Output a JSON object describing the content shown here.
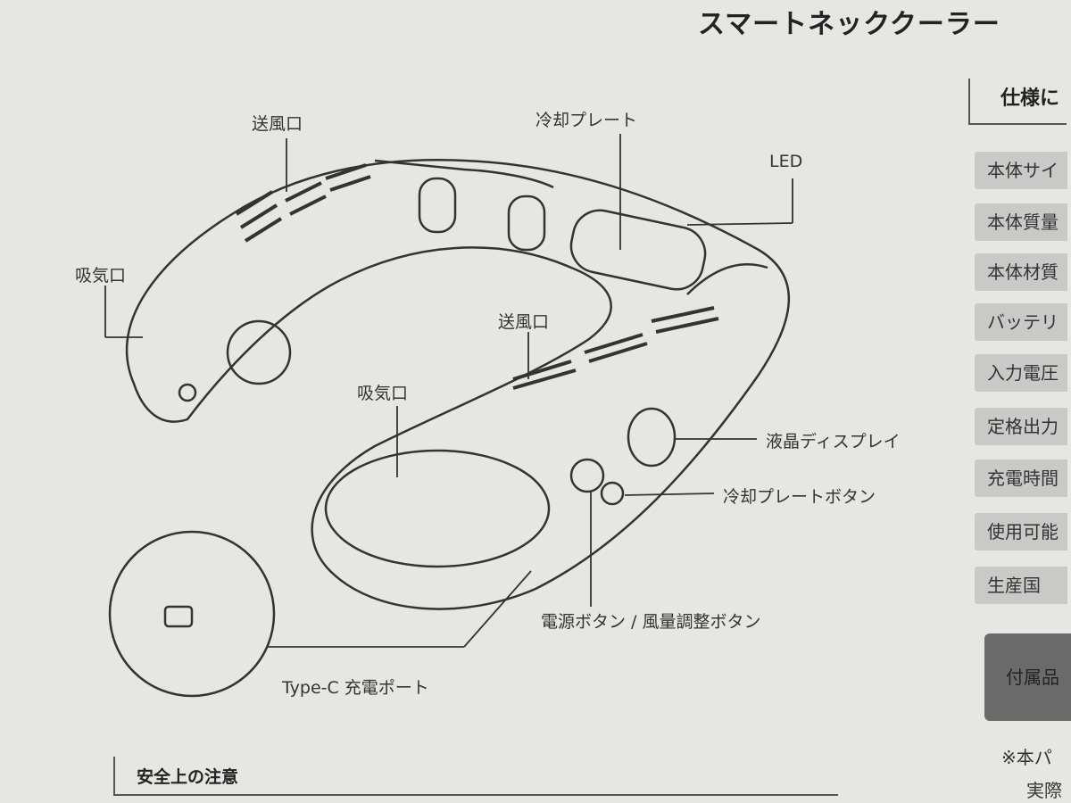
{
  "title": "スマートネッククーラー",
  "labels": {
    "outlet_top": "送風口",
    "intake_left": "吸気口",
    "cooling_plate": "冷却プレート",
    "led": "LED",
    "outlet_mid": "送風口",
    "intake_mid": "吸気口",
    "lcd": "液晶ディスプレイ",
    "cooling_button": "冷却プレートボタン",
    "power_button": "電源ボタン / 風量調整ボタン",
    "typec": "Type-C 充電ポート"
  },
  "specs": {
    "heading": "仕様に",
    "rows": [
      "本体サイ",
      "本体質量",
      "本体材質",
      "バッテリ",
      "入力電圧",
      "定格出力",
      "充電時間",
      "使用可能",
      "生産国"
    ],
    "accessories": "付属品",
    "note_lines": [
      "※本パ",
      "実際"
    ]
  },
  "safety": {
    "heading": "安全上の注意"
  }
}
